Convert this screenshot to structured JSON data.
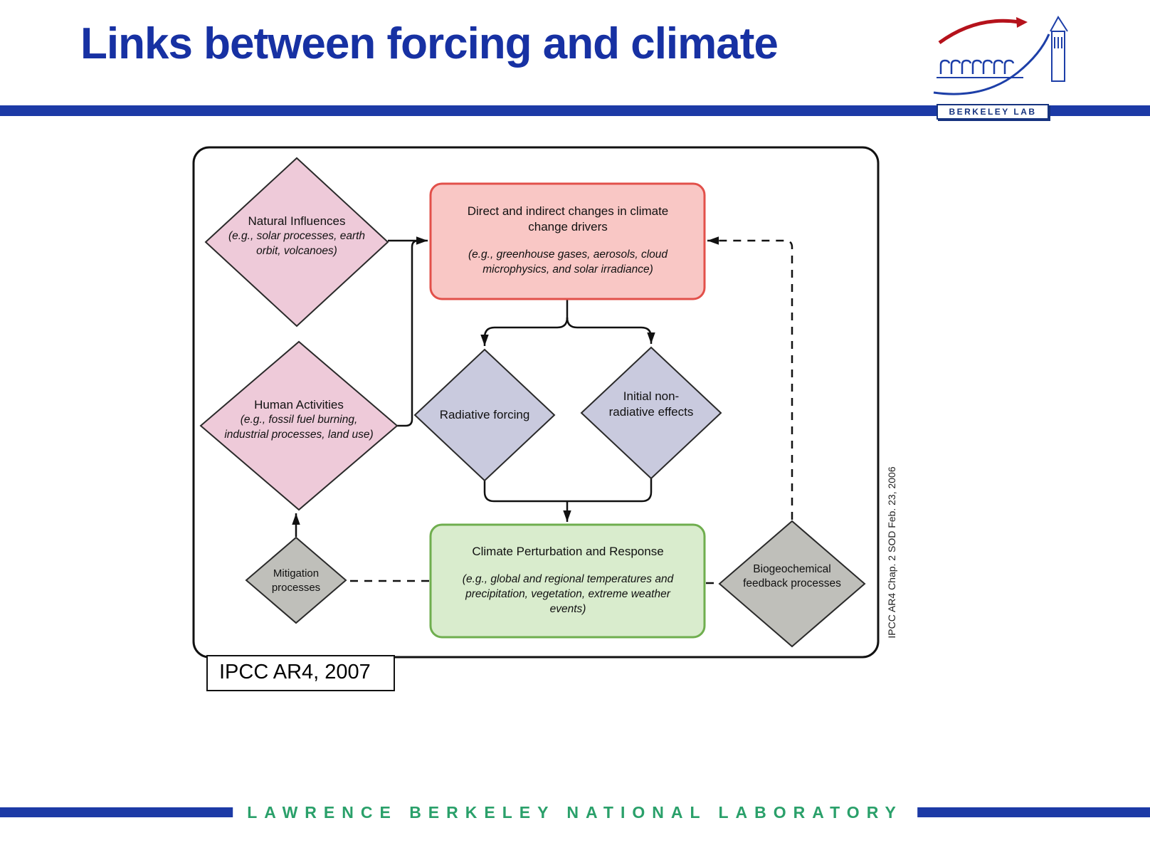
{
  "slide": {
    "title": "Links between forcing and climate",
    "caption": "IPCC AR4, 2007",
    "side_note": "IPCC AR4 Chap. 2 SOD Feb. 23, 2006",
    "footer_text": "LAWRENCE BERKELEY NATIONAL LABORATORY",
    "logo_wordmark": "BERKELEY LAB"
  },
  "diagram": {
    "nodes": {
      "natural": {
        "title": "Natural Influences",
        "subtitle": "(e.g., solar processes, earth orbit, volcanoes)"
      },
      "human": {
        "title": "Human Activities",
        "subtitle": "(e.g., fossil fuel burning, industrial processes, land use)"
      },
      "drivers": {
        "title": "Direct and indirect changes in climate change drivers",
        "subtitle": "(e.g., greenhouse gases, aerosols, cloud microphysics, and solar irradiance)"
      },
      "radiative": {
        "title": "Radiative forcing"
      },
      "nonradiative": {
        "title": "Initial non-radiative effects"
      },
      "perturbation": {
        "title": "Climate Perturbation and Response",
        "subtitle": "(e.g., global and regional temperatures and precipitation, vegetation, extreme weather events)"
      },
      "mitigation": {
        "title": "Mitigation processes"
      },
      "biogeochemical": {
        "title": "Biogeochemical feedback processes"
      }
    },
    "colors": {
      "pink_fill": "#eecad9",
      "red_box_fill": "#f9c7c5",
      "red_box_border": "#e2504a",
      "lavender_fill": "#c9cade",
      "green_box_fill": "#d9eccd",
      "green_box_border": "#6fae4e",
      "gray_fill": "#bfbfba",
      "shape_stroke": "#2a2a2a",
      "arrow_color": "#111111"
    }
  },
  "theme": {
    "title_color": "#1731a3",
    "bar_color": "#1c3aa6",
    "footer_text_color": "#2aa06a"
  }
}
